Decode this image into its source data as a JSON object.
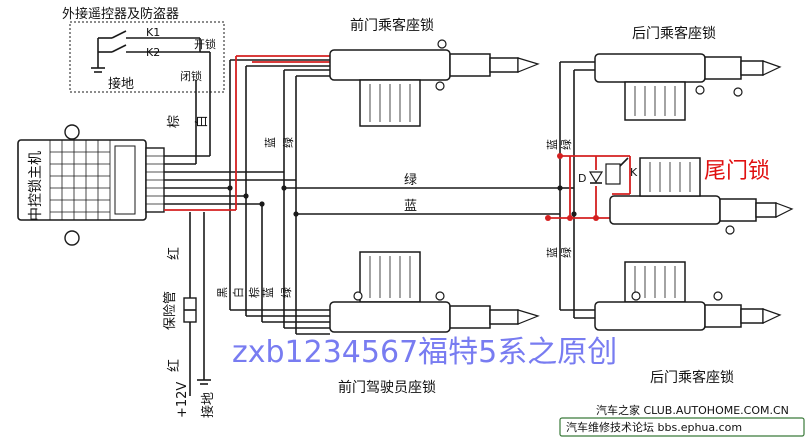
{
  "remote_box": {
    "title": "外接遥控器及防盗器",
    "k1": "K1",
    "k2": "K2",
    "ground": "接地",
    "unlock": "开锁",
    "lock": "闭锁"
  },
  "host": {
    "label": "中控锁主机"
  },
  "wire_labels": {
    "brown": "棕",
    "white": "白",
    "blue_v1": "蓝",
    "green_v1": "绿",
    "green_h": "绿",
    "blue_h": "蓝",
    "red": "红",
    "fuse": "保险管",
    "red2": "红",
    "plus12": "+12V",
    "ground2": "接地",
    "black": "黑",
    "white2": "白",
    "brown2": "棕",
    "blue_v2": "蓝",
    "green_v2": "绿",
    "blue_right1": "蓝",
    "green_right1": "绿",
    "blue_right2": "蓝",
    "green_right2": "绿"
  },
  "locks": {
    "front_passenger": "前门乘客座锁",
    "rear_passenger_top": "后门乘客座锁",
    "front_driver": "前门驾驶员座锁",
    "rear_passenger_bottom": "后门乘客座锁",
    "tailgate": "尾门锁"
  },
  "tailgate_relay": {
    "d": "D",
    "k": "K"
  },
  "watermark": "zxb1234567福特5系之原创",
  "footer": {
    "credit": "汽车之家 CLUB.AUTOHOME.COM.CN",
    "forum": "汽车维修技术论坛 bbs.ephua.com"
  },
  "colors": {
    "wire": "#1a1a1a",
    "red_wire": "#d42020",
    "tailgate_title": "#e01010",
    "watermark": "#6a6ef0",
    "footer_border": "#3a7a3a"
  }
}
